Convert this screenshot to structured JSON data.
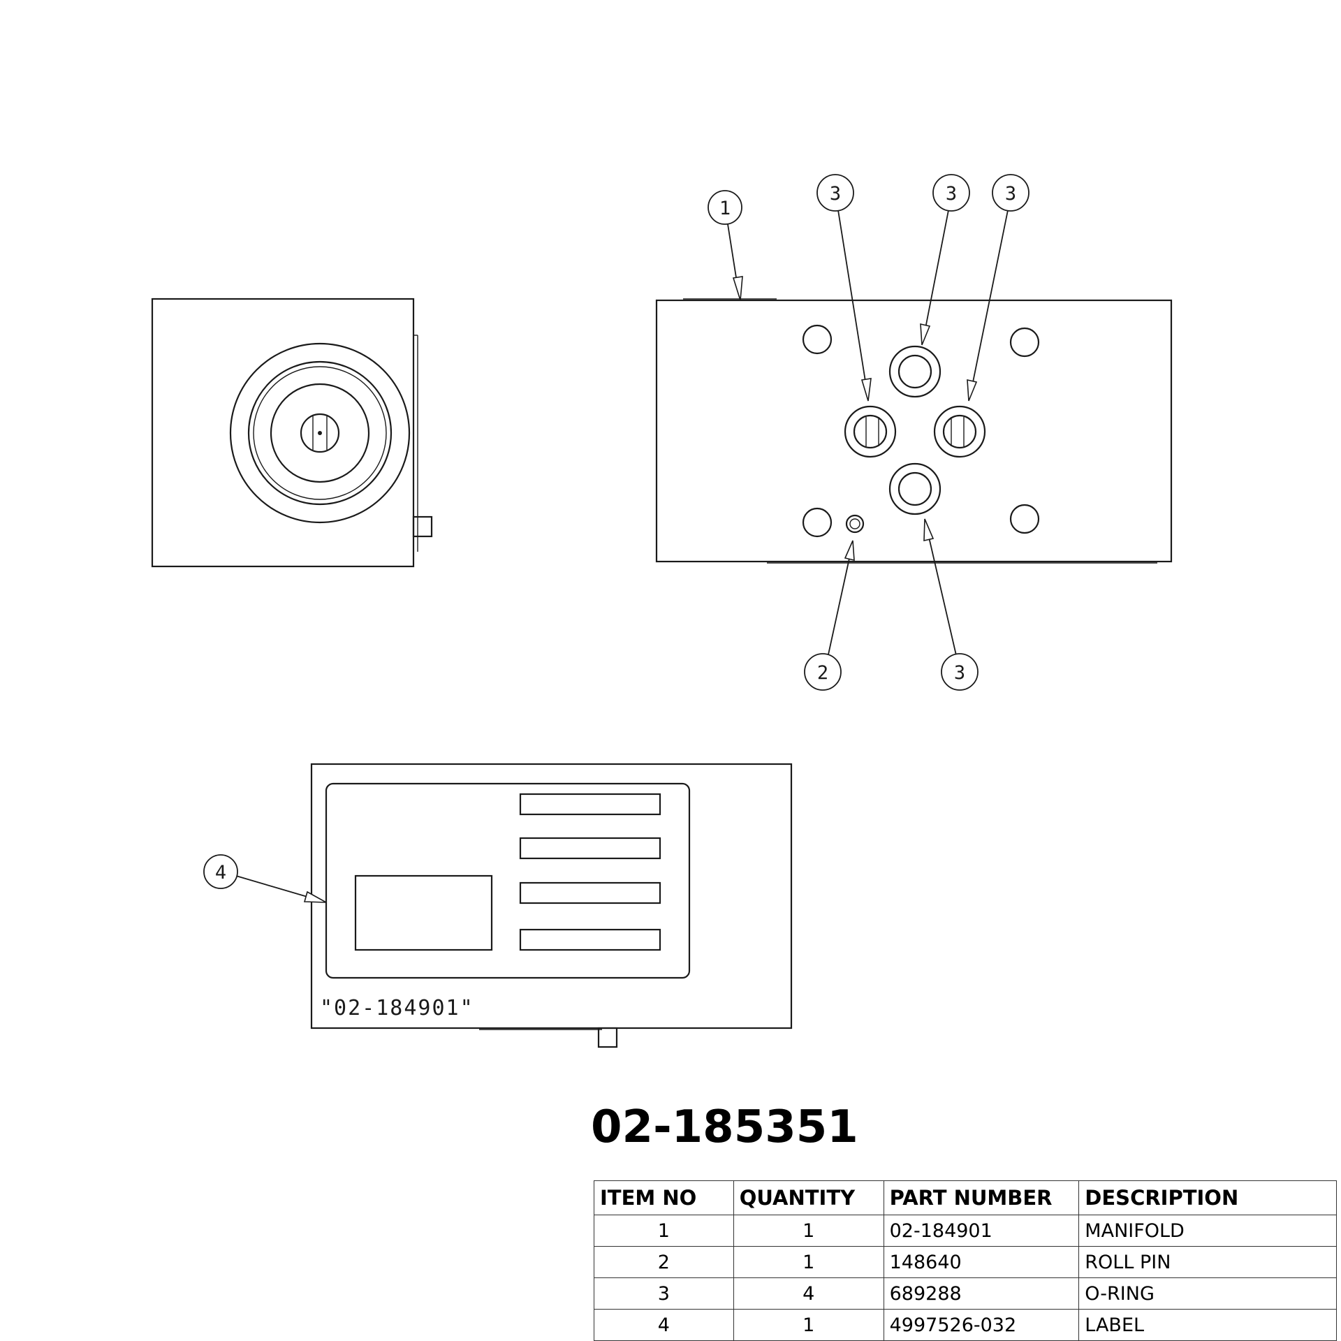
{
  "assembly_number": "02-185351",
  "callouts": [
    "1",
    "2",
    "3",
    "4"
  ],
  "label_text": "\"02-184901\"",
  "bom": {
    "headers": [
      "ITEM NO",
      "QUANTITY",
      "PART NUMBER",
      "DESCRIPTION"
    ],
    "rows": [
      {
        "item": "1",
        "qty": "1",
        "part": "02-184901",
        "desc": "MANIFOLD"
      },
      {
        "item": "2",
        "qty": "1",
        "part": "148640",
        "desc": "ROLL PIN"
      },
      {
        "item": "3",
        "qty": "4",
        "part": "689288",
        "desc": "O-RING"
      },
      {
        "item": "4",
        "qty": "1",
        "part": "4997526-032",
        "desc": "LABEL"
      }
    ]
  }
}
